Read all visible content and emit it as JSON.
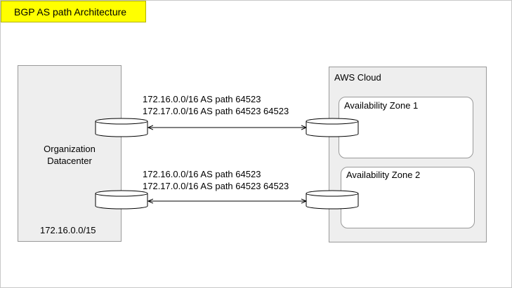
{
  "title": "BGP AS path Architecture",
  "datacenter": {
    "label_line1": "Organization",
    "label_line2": "Datacenter",
    "cidr": "172.16.0.0/15"
  },
  "aws": {
    "label": "AWS Cloud",
    "zones": [
      "Availability Zone 1",
      "Availability Zone 2"
    ]
  },
  "connections": [
    {
      "route1": "172.16.0.0/16 AS path 64523",
      "route2": "172.17.0.0/16 AS path 64523 64523"
    },
    {
      "route1": "172.16.0.0/16 AS path 64523",
      "route2": "172.17.0.0/16 AS path 64523 64523"
    }
  ],
  "colors": {
    "title_bg": "#ffff00",
    "box_bg": "#eeeeee",
    "border": "#999999"
  }
}
